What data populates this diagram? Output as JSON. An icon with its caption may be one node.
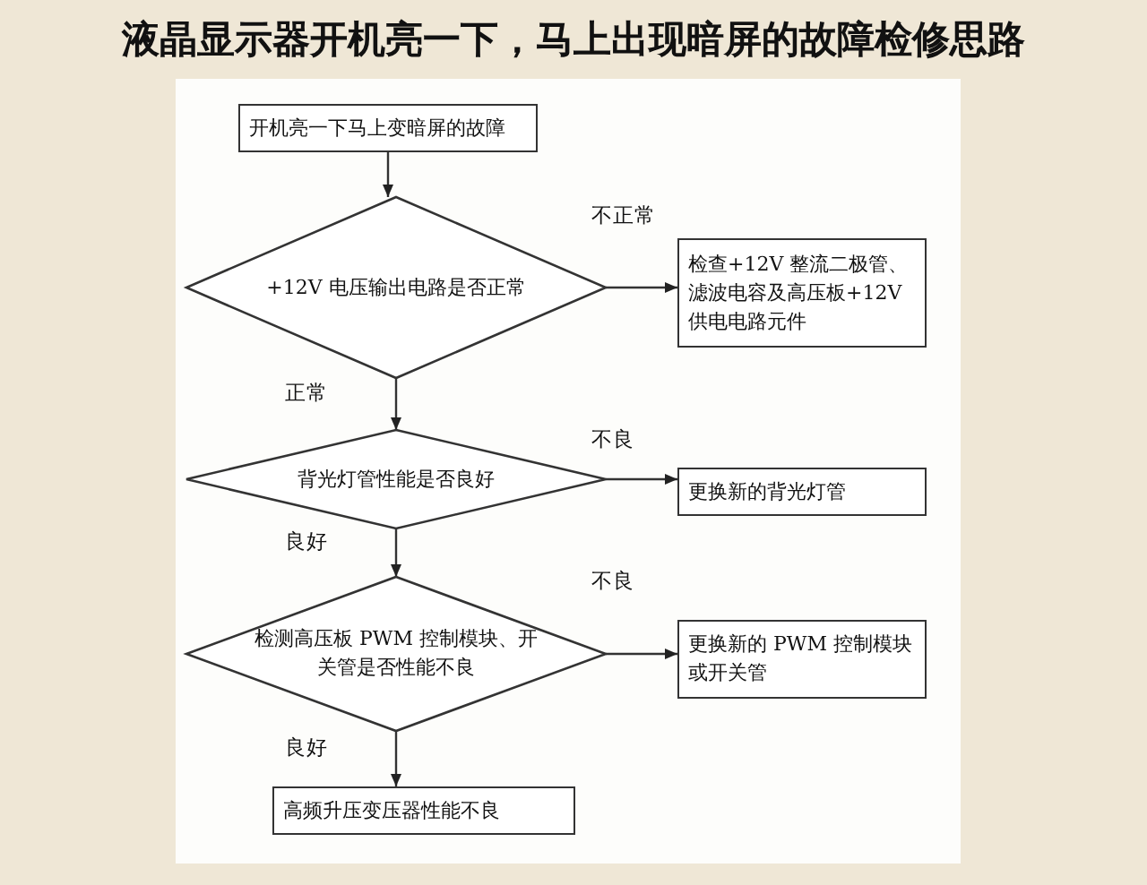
{
  "diagram": {
    "title": "液晶显示器开机亮一下，马上出现暗屏的故障检修思路",
    "nodes": [
      {
        "text": [
          "开机亮一下马上变暗屏的故障"
        ]
      },
      {
        "text": [
          "+12V 电压输出电路是否正常"
        ]
      },
      {
        "text": [
          "检查+12V 整流二极管、滤波电容及高压板+12V 供电电路元件"
        ]
      },
      {
        "text": [
          "背光灯管性能是否良好"
        ]
      },
      {
        "text": [
          "更换新的背光灯管"
        ]
      },
      {
        "text": [
          "检测高压板 PWM 控制模块、开关管是否性能不良"
        ]
      },
      {
        "text": [
          "更换新的 PWM 控制模块或开关管"
        ]
      },
      {
        "text": [
          "高频升压变压器性能不良"
        ]
      }
    ],
    "edges": [
      {
        "from": 0,
        "to": 1,
        "arrow": "to"
      },
      {
        "from": 1,
        "to": 2,
        "arrow": "to",
        "label": "不正常"
      },
      {
        "from": 1,
        "to": 3,
        "arrow": "to",
        "label": "正常"
      },
      {
        "from": 3,
        "to": 4,
        "arrow": "to",
        "label": "不良"
      },
      {
        "from": 3,
        "to": 5,
        "arrow": "to",
        "label": "良好"
      },
      {
        "from": 5,
        "to": 6,
        "arrow": "to",
        "label": "不良"
      },
      {
        "from": 5,
        "to": 7,
        "arrow": "to",
        "label": "良好"
      }
    ]
  }
}
